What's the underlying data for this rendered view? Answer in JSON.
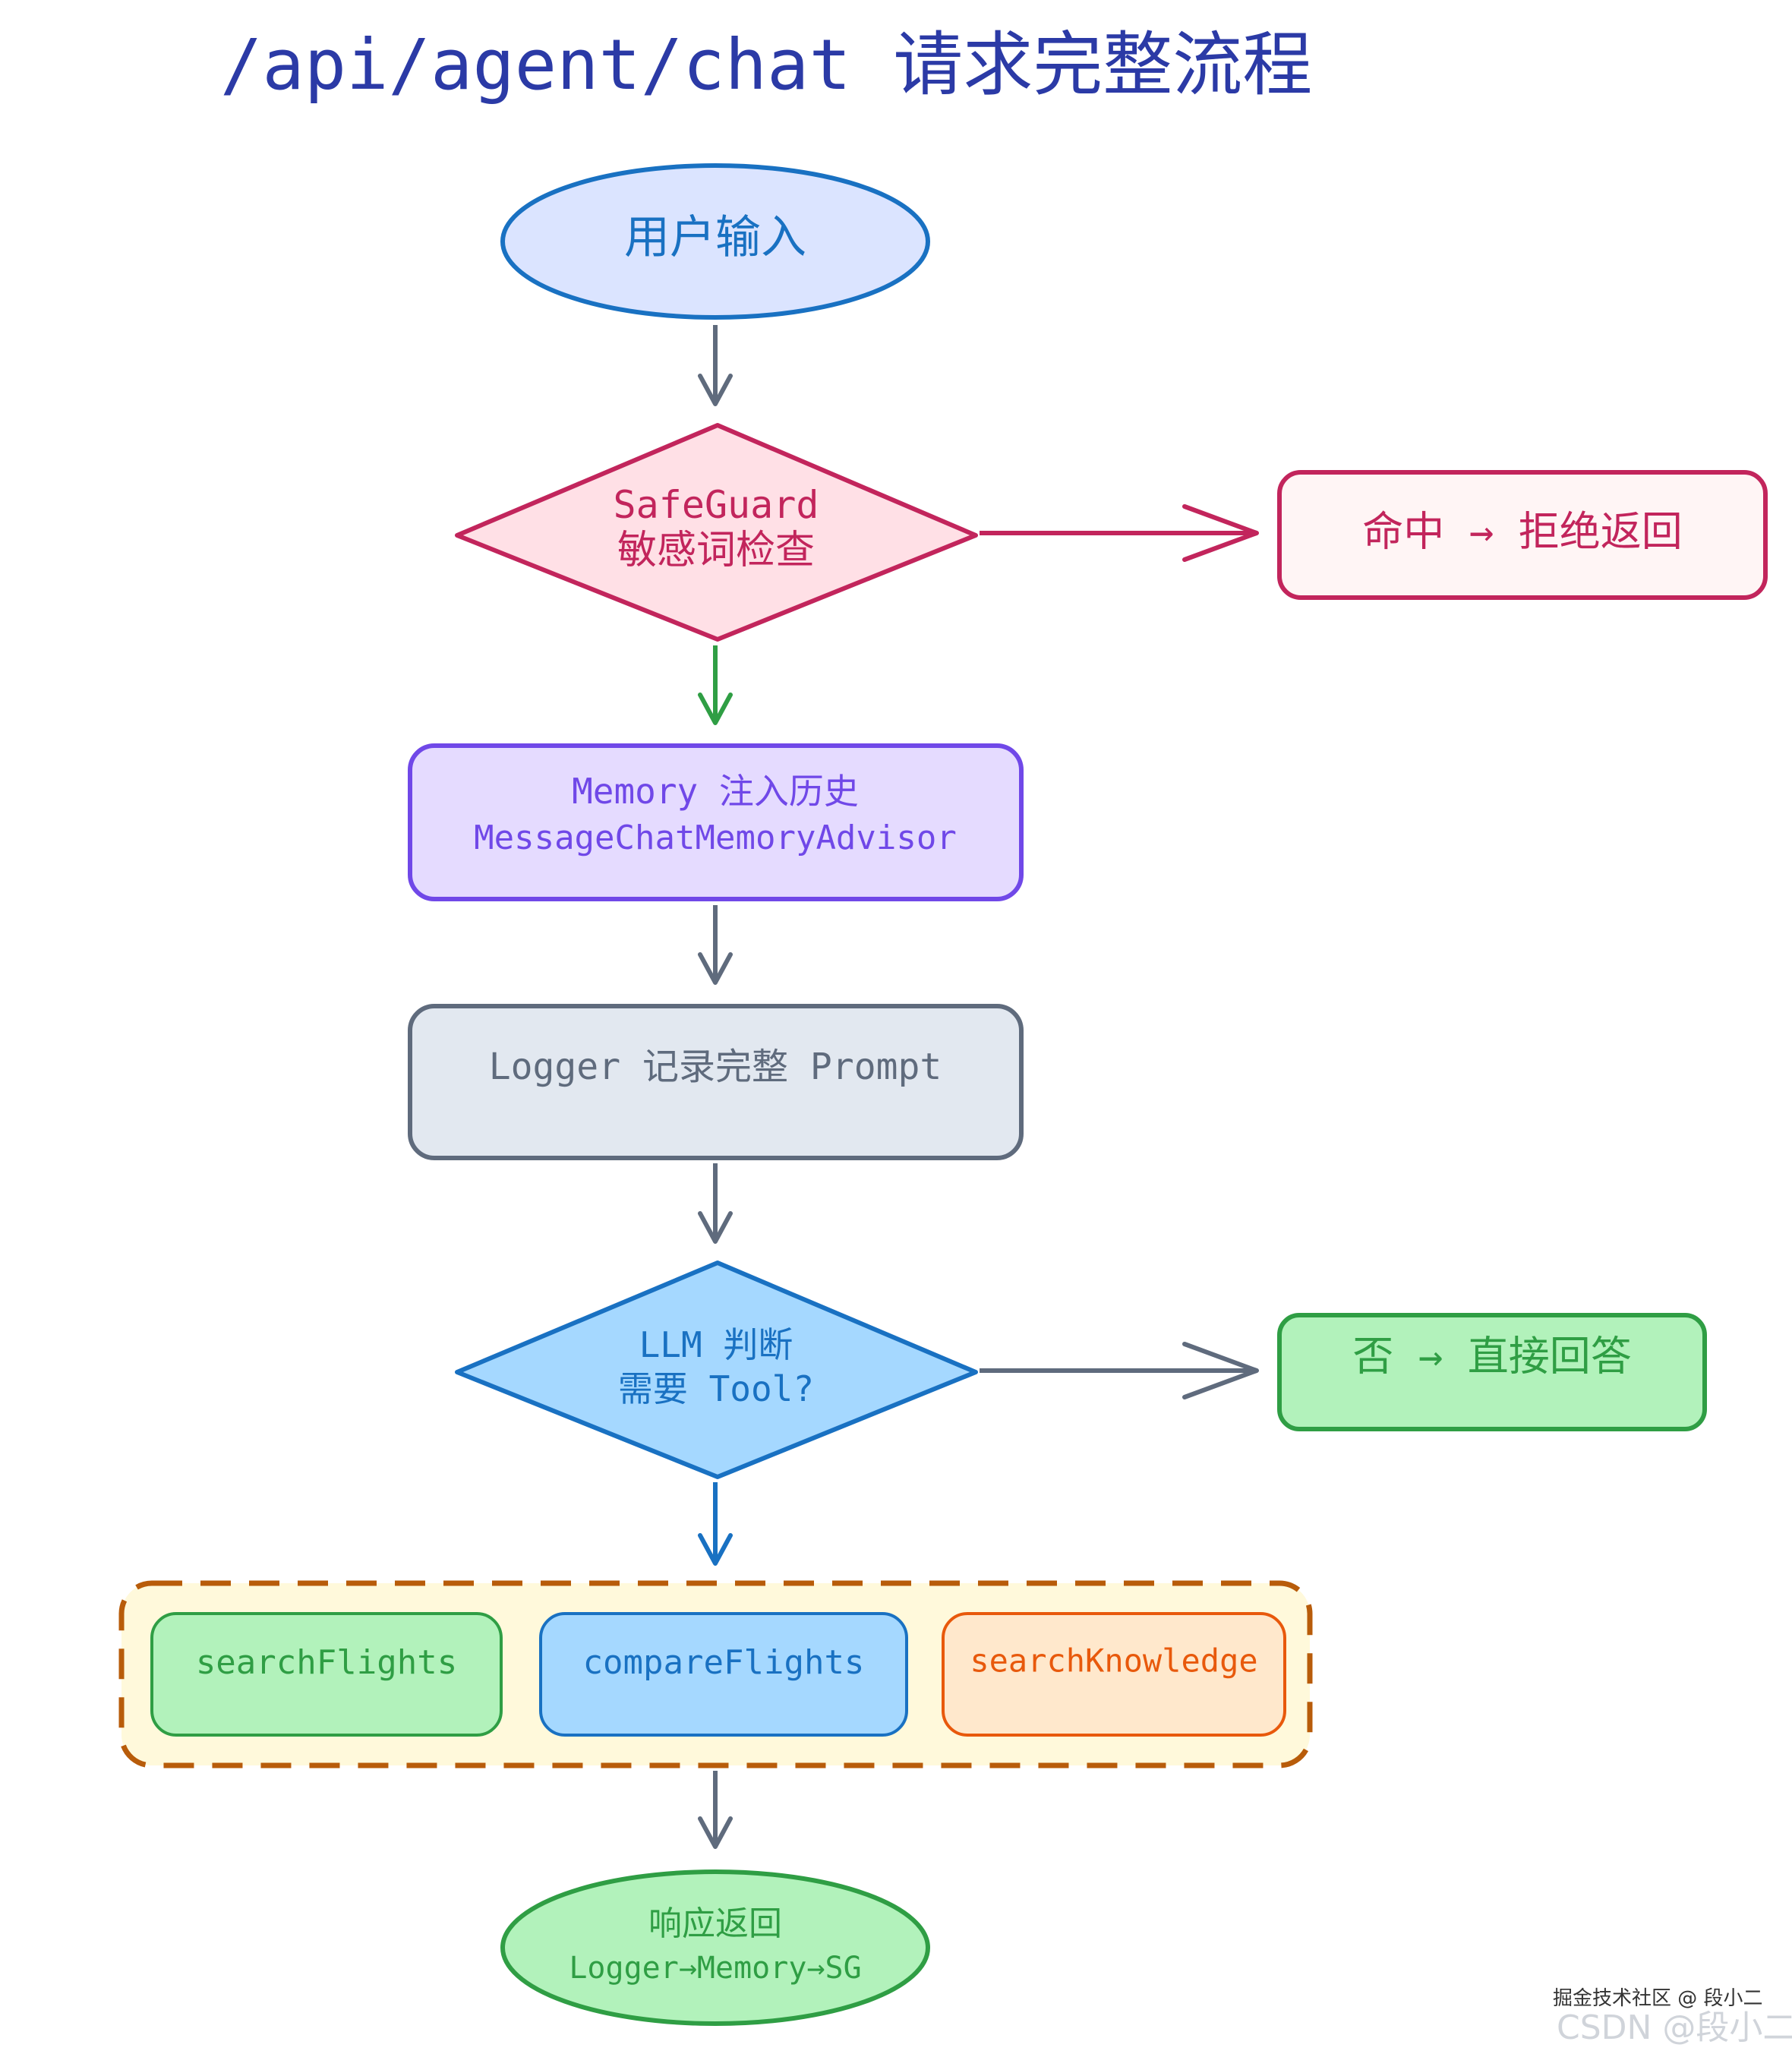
{
  "title": "/api/agent/chat 请求完整流程",
  "nodes": {
    "user_input": {
      "label": "用户输入"
    },
    "safeguard": {
      "line1": "SafeGuard",
      "line2": "敏感词检查"
    },
    "reject": {
      "label": "命中 → 拒绝返回"
    },
    "memory": {
      "line1": "Memory 注入历史",
      "line2": "MessageChatMemoryAdvisor"
    },
    "logger": {
      "label": "Logger 记录完整 Prompt"
    },
    "llm": {
      "line1": "LLM 判断",
      "line2": "需要 Tool?"
    },
    "direct": {
      "label": "否 → 直接回答"
    },
    "tools": [
      {
        "label": "searchFlights"
      },
      {
        "label": "compareFlights"
      },
      {
        "label": "searchKnowledge"
      }
    ],
    "response": {
      "line1": "响应返回",
      "line2": "Logger→Memory→SG"
    }
  },
  "watermark": {
    "line1": "掘金技术社区 @ 段小二",
    "line2": "CSDN @段小二"
  },
  "colors": {
    "title": "#2b3aa6",
    "arrow_gray": "#5f6b7d",
    "safeguard_stroke": "#c2255c",
    "safeguard_fill": "#ffe0e6",
    "reject_fill": "#fff5f5",
    "memory_stroke": "#7048e8",
    "memory_fill": "#e5dbff",
    "logger_stroke": "#5f6b7d",
    "logger_fill": "#e2e8f0",
    "llm_stroke": "#1971c2",
    "llm_fill": "#a5d8ff",
    "green_stroke": "#2f9e44",
    "green_fill": "#b2f2bb",
    "orange_stroke": "#e8590c",
    "orange_fill": "#ffe8cc",
    "group_stroke": "#b85c0a",
    "group_fill": "#fff9db",
    "user_fill": "#dbe4ff"
  }
}
